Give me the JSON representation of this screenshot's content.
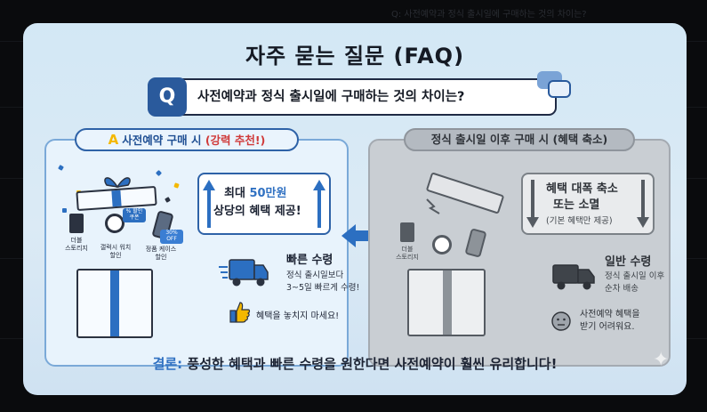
{
  "background": {
    "caption": "Q: 사전예약과 정식 출시일에 구매하는 것의 차이는?"
  },
  "title": "자주 묻는 질문 (FAQ)",
  "question": {
    "badge": "Q",
    "text": "사전예약과 정식 출시일에 구매하는 것의 차이는?"
  },
  "left": {
    "badge": "A",
    "heading": "사전예약 구매 시",
    "heading_note": "(강력 추천!)",
    "benefit_pre": "최대 ",
    "benefit_amount": "50만원",
    "benefit_line2": "상당의 혜택 제공!",
    "items": [
      {
        "label1": "더블",
        "label2": "스토리지"
      },
      {
        "label1": "갤럭시 워치",
        "label2": "할인"
      },
      {
        "label1": "정품 케이스",
        "label2": "할인"
      }
    ],
    "tags": {
      "watch_tag": "% 할인 쿠폰",
      "case_tag": "30% OFF"
    },
    "delivery_title": "빠른 수령",
    "delivery_line1": "정식 출시일보다",
    "delivery_line2": "3~5일 빠르게 수령!",
    "tip": "혜택을 놓치지 마세요!"
  },
  "right": {
    "heading": "정식 출시일 이후 구매 시 (혜택 축소)",
    "benefit_line1": "혜택 대폭 축소",
    "benefit_line2": "또는 소멸",
    "benefit_line3": "(기본 혜택만 제공)",
    "items": [
      {
        "label1": "더블",
        "label2": "스토리지"
      }
    ],
    "delivery_title": "일반 수령",
    "delivery_line1": "정식 출시일 이후",
    "delivery_line2": "순차 배송",
    "note_line1": "사전예약 혜택을",
    "note_line2": "받기 어려워요."
  },
  "conclusion": {
    "label": "결론:",
    "text": " 풍성한 혜택과 빠른 수령을 원한다면 사전예약이 훨씬 유리합니다!"
  },
  "colors": {
    "accent_blue": "#2c6fc1",
    "highlight": "#3071c2",
    "warning_red": "#d03a3a",
    "badge_yellow": "#f4b800",
    "muted_gray": "#c9ced3"
  },
  "icons": [
    "question-badge-icon",
    "chat-bubble-icon",
    "gift-box-icon",
    "sd-card-icon",
    "watch-icon",
    "phone-case-icon",
    "up-arrow-icon",
    "down-arrow-icon",
    "left-arrow-icon",
    "truck-icon",
    "thumbs-up-icon",
    "sad-face-icon",
    "sparkle-icon"
  ]
}
